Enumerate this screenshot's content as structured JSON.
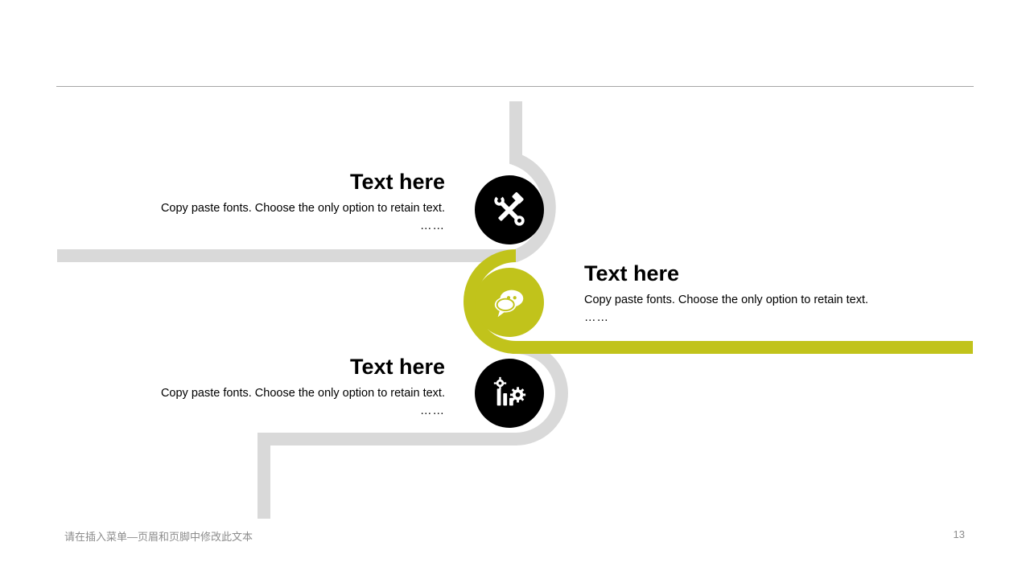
{
  "colors": {
    "accent": "#c1c31b",
    "track": "#d9d9d9",
    "dark": "#000000"
  },
  "items": [
    {
      "title": "Text here",
      "description": "Copy paste fonts. Choose the only option to retain text.",
      "ellipsis": "……",
      "icon": "tools-icon"
    },
    {
      "title": "Text here",
      "description": "Copy paste fonts. Choose the only option to retain text.",
      "ellipsis": "……",
      "icon": "chat-bubble-icon"
    },
    {
      "title": "Text here",
      "description": "Copy paste fonts. Choose the only option to retain text.",
      "ellipsis": "……",
      "icon": "chart-gear-icon"
    }
  ],
  "footer": {
    "text": "请在插入菜单—页眉和页脚中修改此文本",
    "page_number": "13"
  }
}
